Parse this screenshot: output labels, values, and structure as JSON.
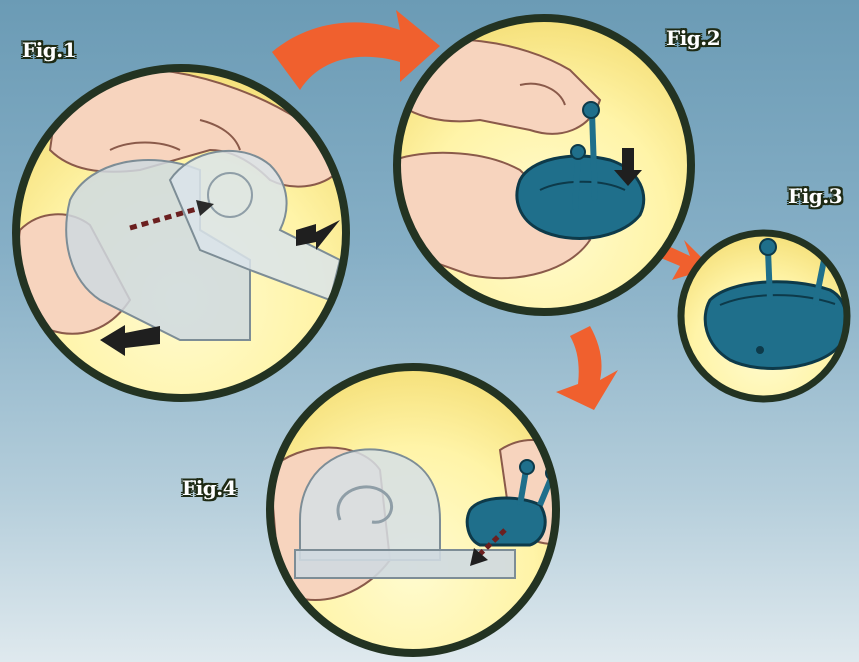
{
  "figures": [
    {
      "label": "Fig.1"
    },
    {
      "label": "Fig.2"
    },
    {
      "label": "Fig.3"
    },
    {
      "label": "Fig.4"
    }
  ],
  "colors": {
    "background_top": "#6b9bb5",
    "background_bottom": "#dfe9ee",
    "circle_fill": "#fff4a8",
    "circle_border": "#233322",
    "arrow": "#f0602e",
    "part_blue": "#1f6f8b",
    "hand": "#f7d4be",
    "clear_plastic": "#cfd9e0"
  },
  "icons": [
    "orange-flow-arrow",
    "black-push-arrow",
    "hand-illustration"
  ]
}
